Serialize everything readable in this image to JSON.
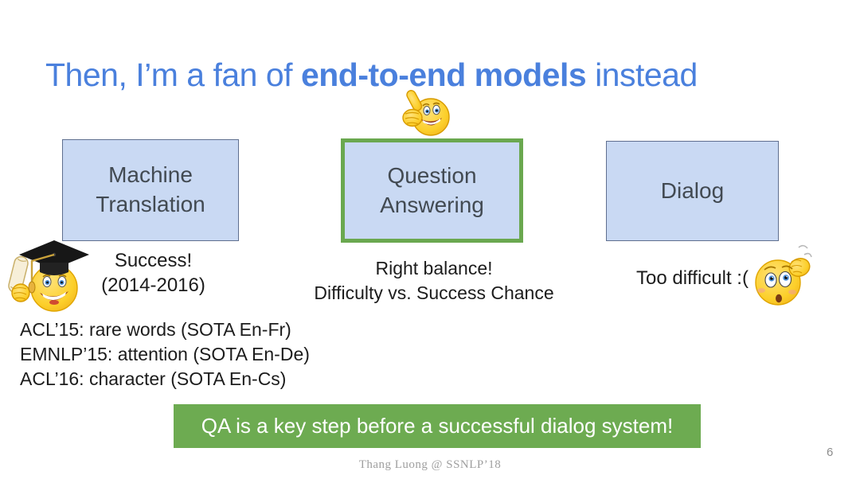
{
  "colors": {
    "accent_blue": "#4a80dd",
    "box_fill": "#c9d9f3",
    "box_border": "#5f6f8f",
    "highlight_green": "#6aa84f",
    "banner_green": "#6dab51",
    "banner_text": "#ffffff",
    "box_label_text": "#424a52",
    "body_text": "#1c1c1c",
    "footer_gray": "#9f9f9f"
  },
  "title": {
    "prefix": "Then, I’m a fan of ",
    "bold": "end-to-end models",
    "suffix": " instead"
  },
  "boxes": [
    {
      "id": "machine-translation",
      "label": "Machine Translation",
      "highlighted": false
    },
    {
      "id": "question-answering",
      "label": "Question Answering",
      "highlighted": true
    },
    {
      "id": "dialog",
      "label": "Dialog",
      "highlighted": false
    }
  ],
  "icons": {
    "above_question_answering": "thumbs-up-emoji",
    "left_of_success": "graduate-emoji",
    "right_of_too_difficult": "confused-scratching-head-emoji"
  },
  "captions": {
    "machine_translation": {
      "line1": "Success!",
      "line2": "(2014-2016)"
    },
    "question_answering": {
      "line1": "Right balance!",
      "line2": "Difficulty vs. Success Chance"
    },
    "dialog": {
      "text": "Too difficult :("
    }
  },
  "publications": {
    "items": [
      "ACL’15: rare words (SOTA En-Fr)",
      "EMNLP’15: attention (SOTA En-De)",
      "ACL’16: character (SOTA En-Cs)"
    ]
  },
  "banner": {
    "text": "QA is a key step before a successful dialog system!"
  },
  "footer": {
    "credit": "Thang Luong @ SSNLP’18",
    "page_number": "6"
  }
}
